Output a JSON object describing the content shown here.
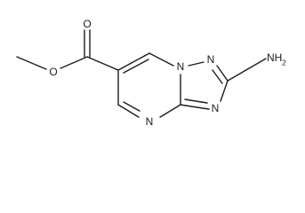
{
  "molecule": {
    "atom_labels": {
      "carbonyl_oxygen": "O",
      "ester_oxygen": "O",
      "bridgehead_nitrogen": "N",
      "triazole_n2": "N",
      "triazole_n4": "N",
      "pyrimidine_n": "N",
      "amino_group": "NH",
      "amino_subscript": "2"
    }
  },
  "colors": {
    "bond": "#1c1c1c",
    "label": "#1c1c1c",
    "background": "#ffffff"
  }
}
